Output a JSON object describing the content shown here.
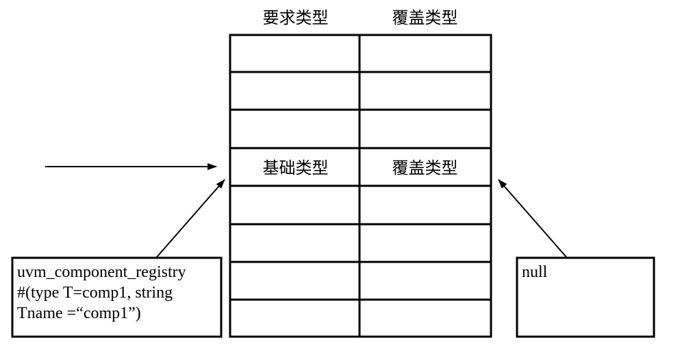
{
  "table": {
    "headers": [
      "要求类型",
      "覆盖类型"
    ],
    "highlighted_row": {
      "left": "基础类型",
      "right": "覆盖类型"
    }
  },
  "registry_box": {
    "lines": [
      "uvm_component_registry",
      "#(type T=comp1, string",
      "Tname =“comp1”)"
    ]
  },
  "null_box": {
    "text": "null"
  }
}
